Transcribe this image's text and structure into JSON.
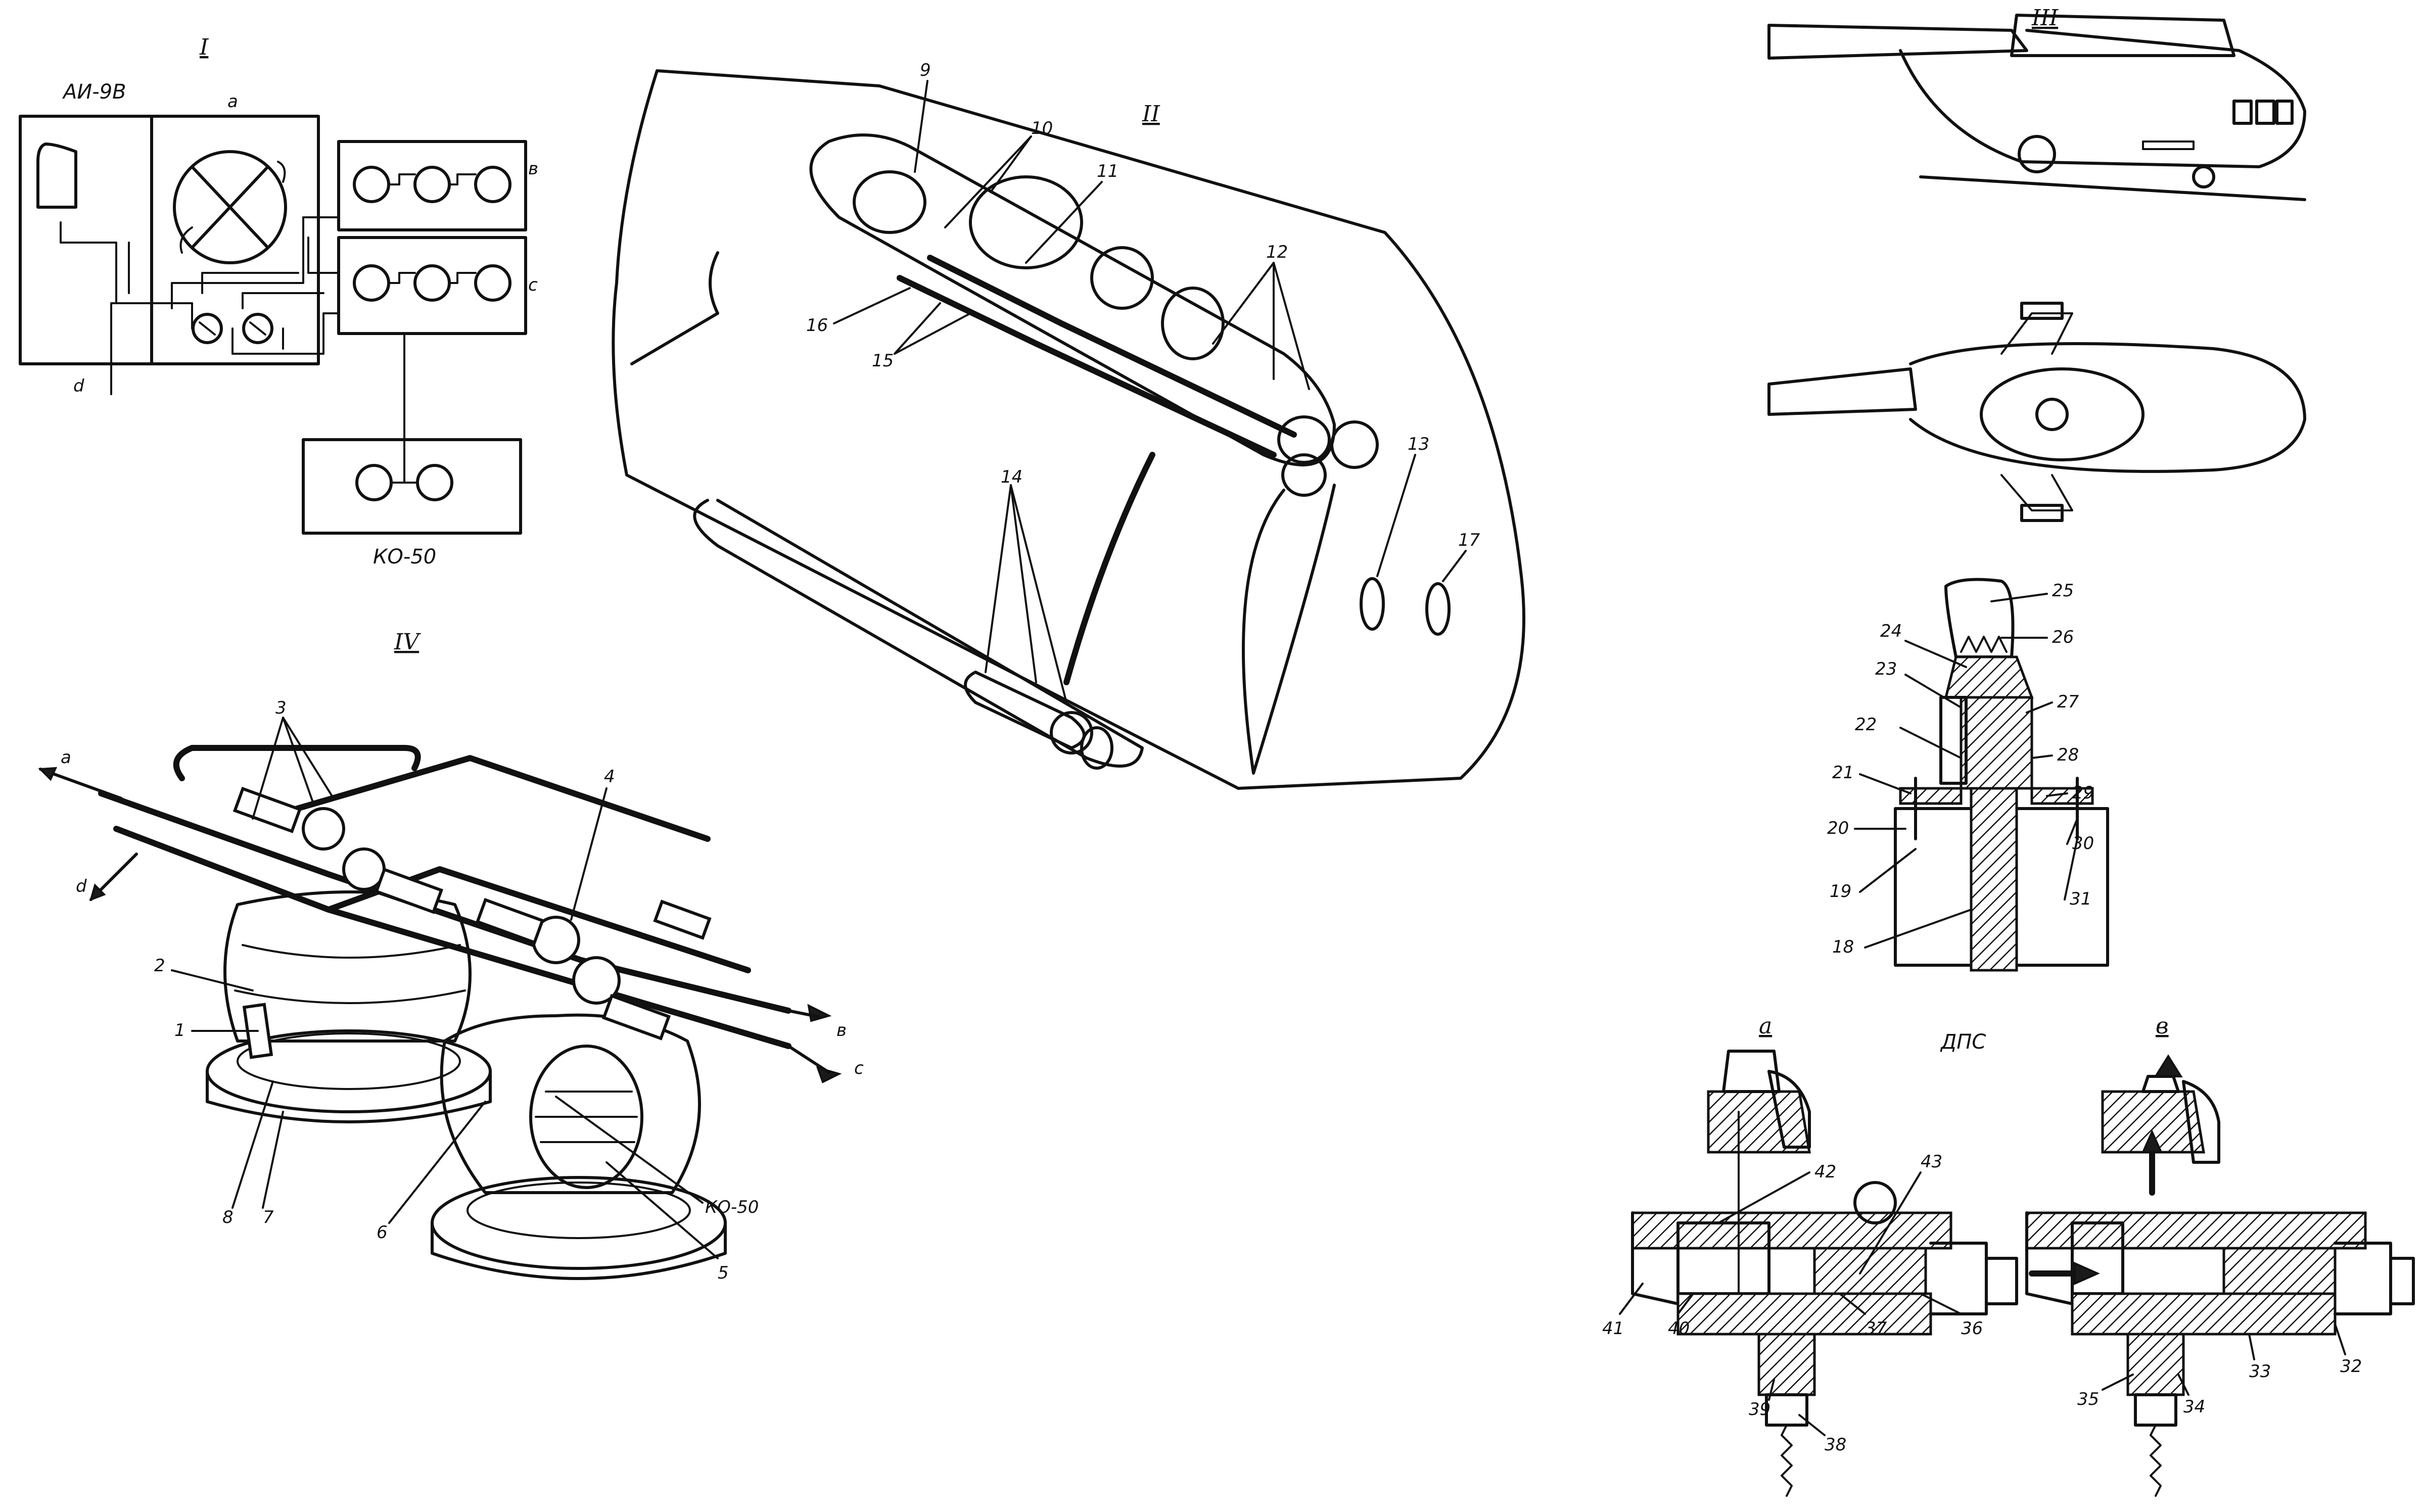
{
  "section_labels": {
    "s1": "I",
    "s2": "II",
    "s3": "III",
    "s4": "IV"
  },
  "schematic": {
    "ai9v": "АИ-9В",
    "a": "a",
    "b": "в",
    "c": "с",
    "d": "d",
    "ko50": "КО-50"
  },
  "assembly": {
    "a": "a",
    "d": "d",
    "b": "в",
    "c": "с",
    "ko50": "КО-50",
    "n1": "1",
    "n2": "2",
    "n3": "3",
    "n4": "4",
    "n5": "5",
    "n6": "6",
    "n7": "7",
    "n8": "8"
  },
  "fuselage": {
    "n9": "9",
    "n10": "10",
    "n11": "11",
    "n12": "12",
    "n13": "13",
    "n14": "14",
    "n15": "15",
    "n16": "16",
    "n17": "17"
  },
  "squib": {
    "n18": "18",
    "n19": "19",
    "n20": "20",
    "n21": "21",
    "n22": "22",
    "n23": "23",
    "n24": "24",
    "n25": "25",
    "n26": "26",
    "n27": "27",
    "n28": "28",
    "n29": "29",
    "n30": "30",
    "n31": "31"
  },
  "valve": {
    "title": "ДПС",
    "a": "а",
    "b": "в",
    "n32": "32",
    "n33": "33",
    "n34": "34",
    "n35": "35",
    "n36": "36",
    "n37": "37",
    "n38": "38",
    "n39": "39",
    "n40": "40",
    "n41": "41",
    "n42": "42",
    "n43": "43"
  }
}
